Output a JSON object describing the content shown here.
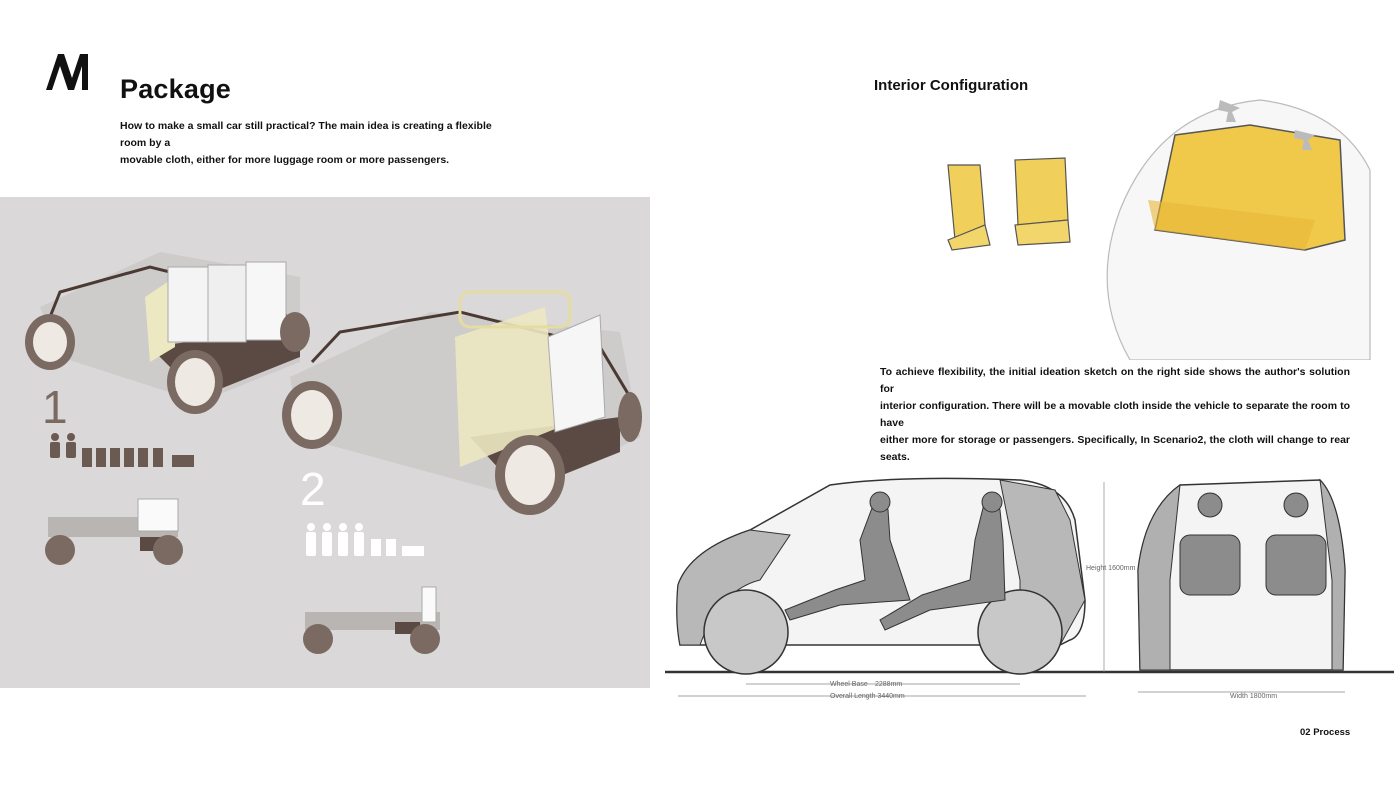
{
  "header": {
    "logo_letter": "M",
    "title": "Package",
    "intro_line1": "How to make a small car still practical? The main idea is creating a flexible room by a",
    "intro_line2": "movable cloth, either for more luggage room or more passengers."
  },
  "left_panel": {
    "scenario_1_label": "1",
    "scenario_2_label": "2"
  },
  "right": {
    "title": "Interior Configuration",
    "para_line1": "To achieve flexibility, the initial ideation sketch on the right side shows the author's solution for",
    "para_line2": "interior configuration. There will be a movable cloth inside the vehicle to separate the room to have",
    "para_line3": "either more for storage or passengers. Specifically, In Scenario2, the cloth will change to rear seats.",
    "dimensions": {
      "height": "Height 1600mm",
      "wheel_base_label": "Wheel Base",
      "wheel_base_value": "2288mm",
      "overall_length": "Overall Length 3440mm",
      "width": "Width 1800mm"
    }
  },
  "footer": {
    "section": "02 Process"
  },
  "colors": {
    "accent_yellow": "#f2cf5e",
    "wheel_brown": "#7a6a62",
    "panel_bg": "#dad8d8"
  }
}
